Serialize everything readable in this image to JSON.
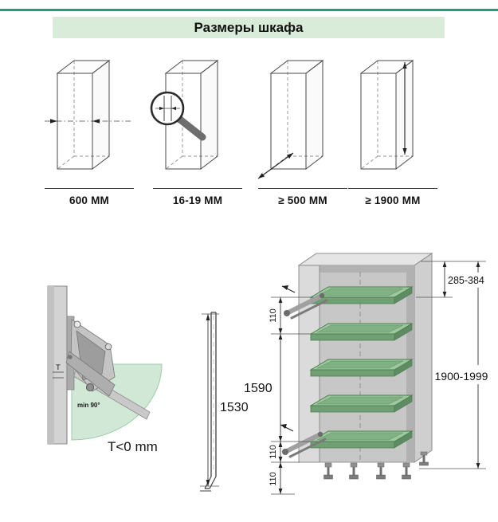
{
  "header": {
    "title": "Размеры шкафа"
  },
  "figures": [
    {
      "id": "width",
      "label": "600 ММ"
    },
    {
      "id": "thickness",
      "label": "16-19 ММ"
    },
    {
      "id": "depth",
      "label": "≥ 500 ММ"
    },
    {
      "id": "height",
      "label": "≥ 1900 ММ"
    }
  ],
  "hinge_detail": {
    "clearance": "T<0 mm",
    "min_angle": "min 90°",
    "t": "T"
  },
  "rail_detail": {
    "length": "1530"
  },
  "cabinet_detail": {
    "top_range": "285-384",
    "gap_top": "110",
    "runner_span": "1590",
    "gap_bottom": "110",
    "gap_base": "110",
    "height_range": "1900-1999"
  }
}
